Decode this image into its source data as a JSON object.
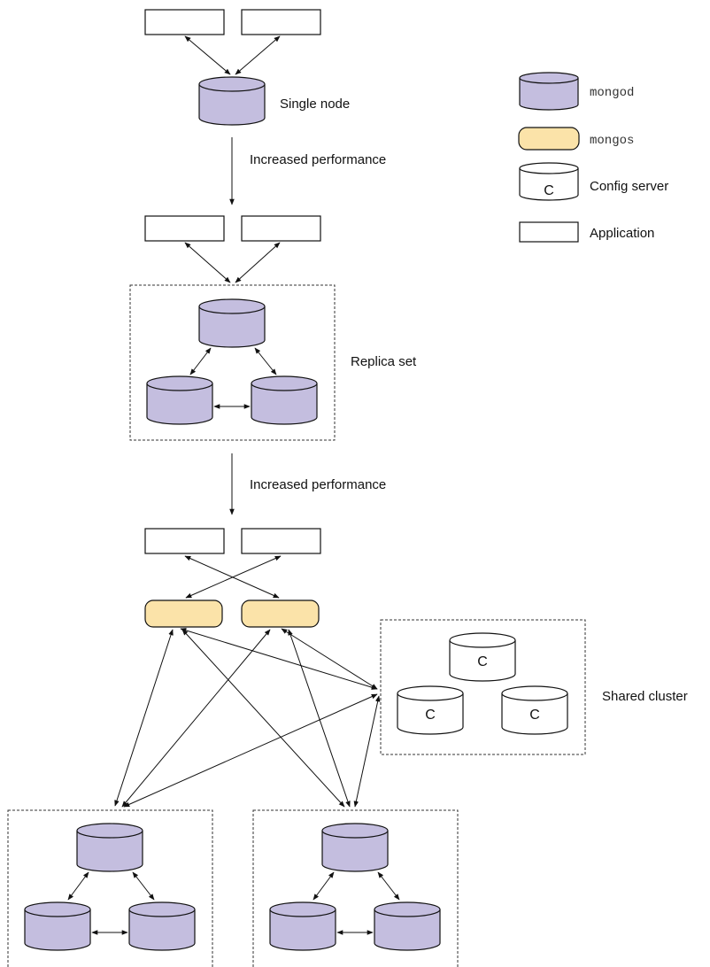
{
  "legend": {
    "mongod": "mongod",
    "mongos": "mongos",
    "config_server": "Config server",
    "config_symbol": "C",
    "application": "Application"
  },
  "labels": {
    "single_node": "Single node",
    "increased_performance_1": "Increased performance",
    "replica_set": "Replica set",
    "increased_performance_2": "Increased performance",
    "shared_cluster": "Shared cluster",
    "config_c": "C"
  },
  "colors": {
    "mongod_fill": "#c4bedf",
    "mongos_fill": "#fbe3a9",
    "outline": "#111111"
  }
}
